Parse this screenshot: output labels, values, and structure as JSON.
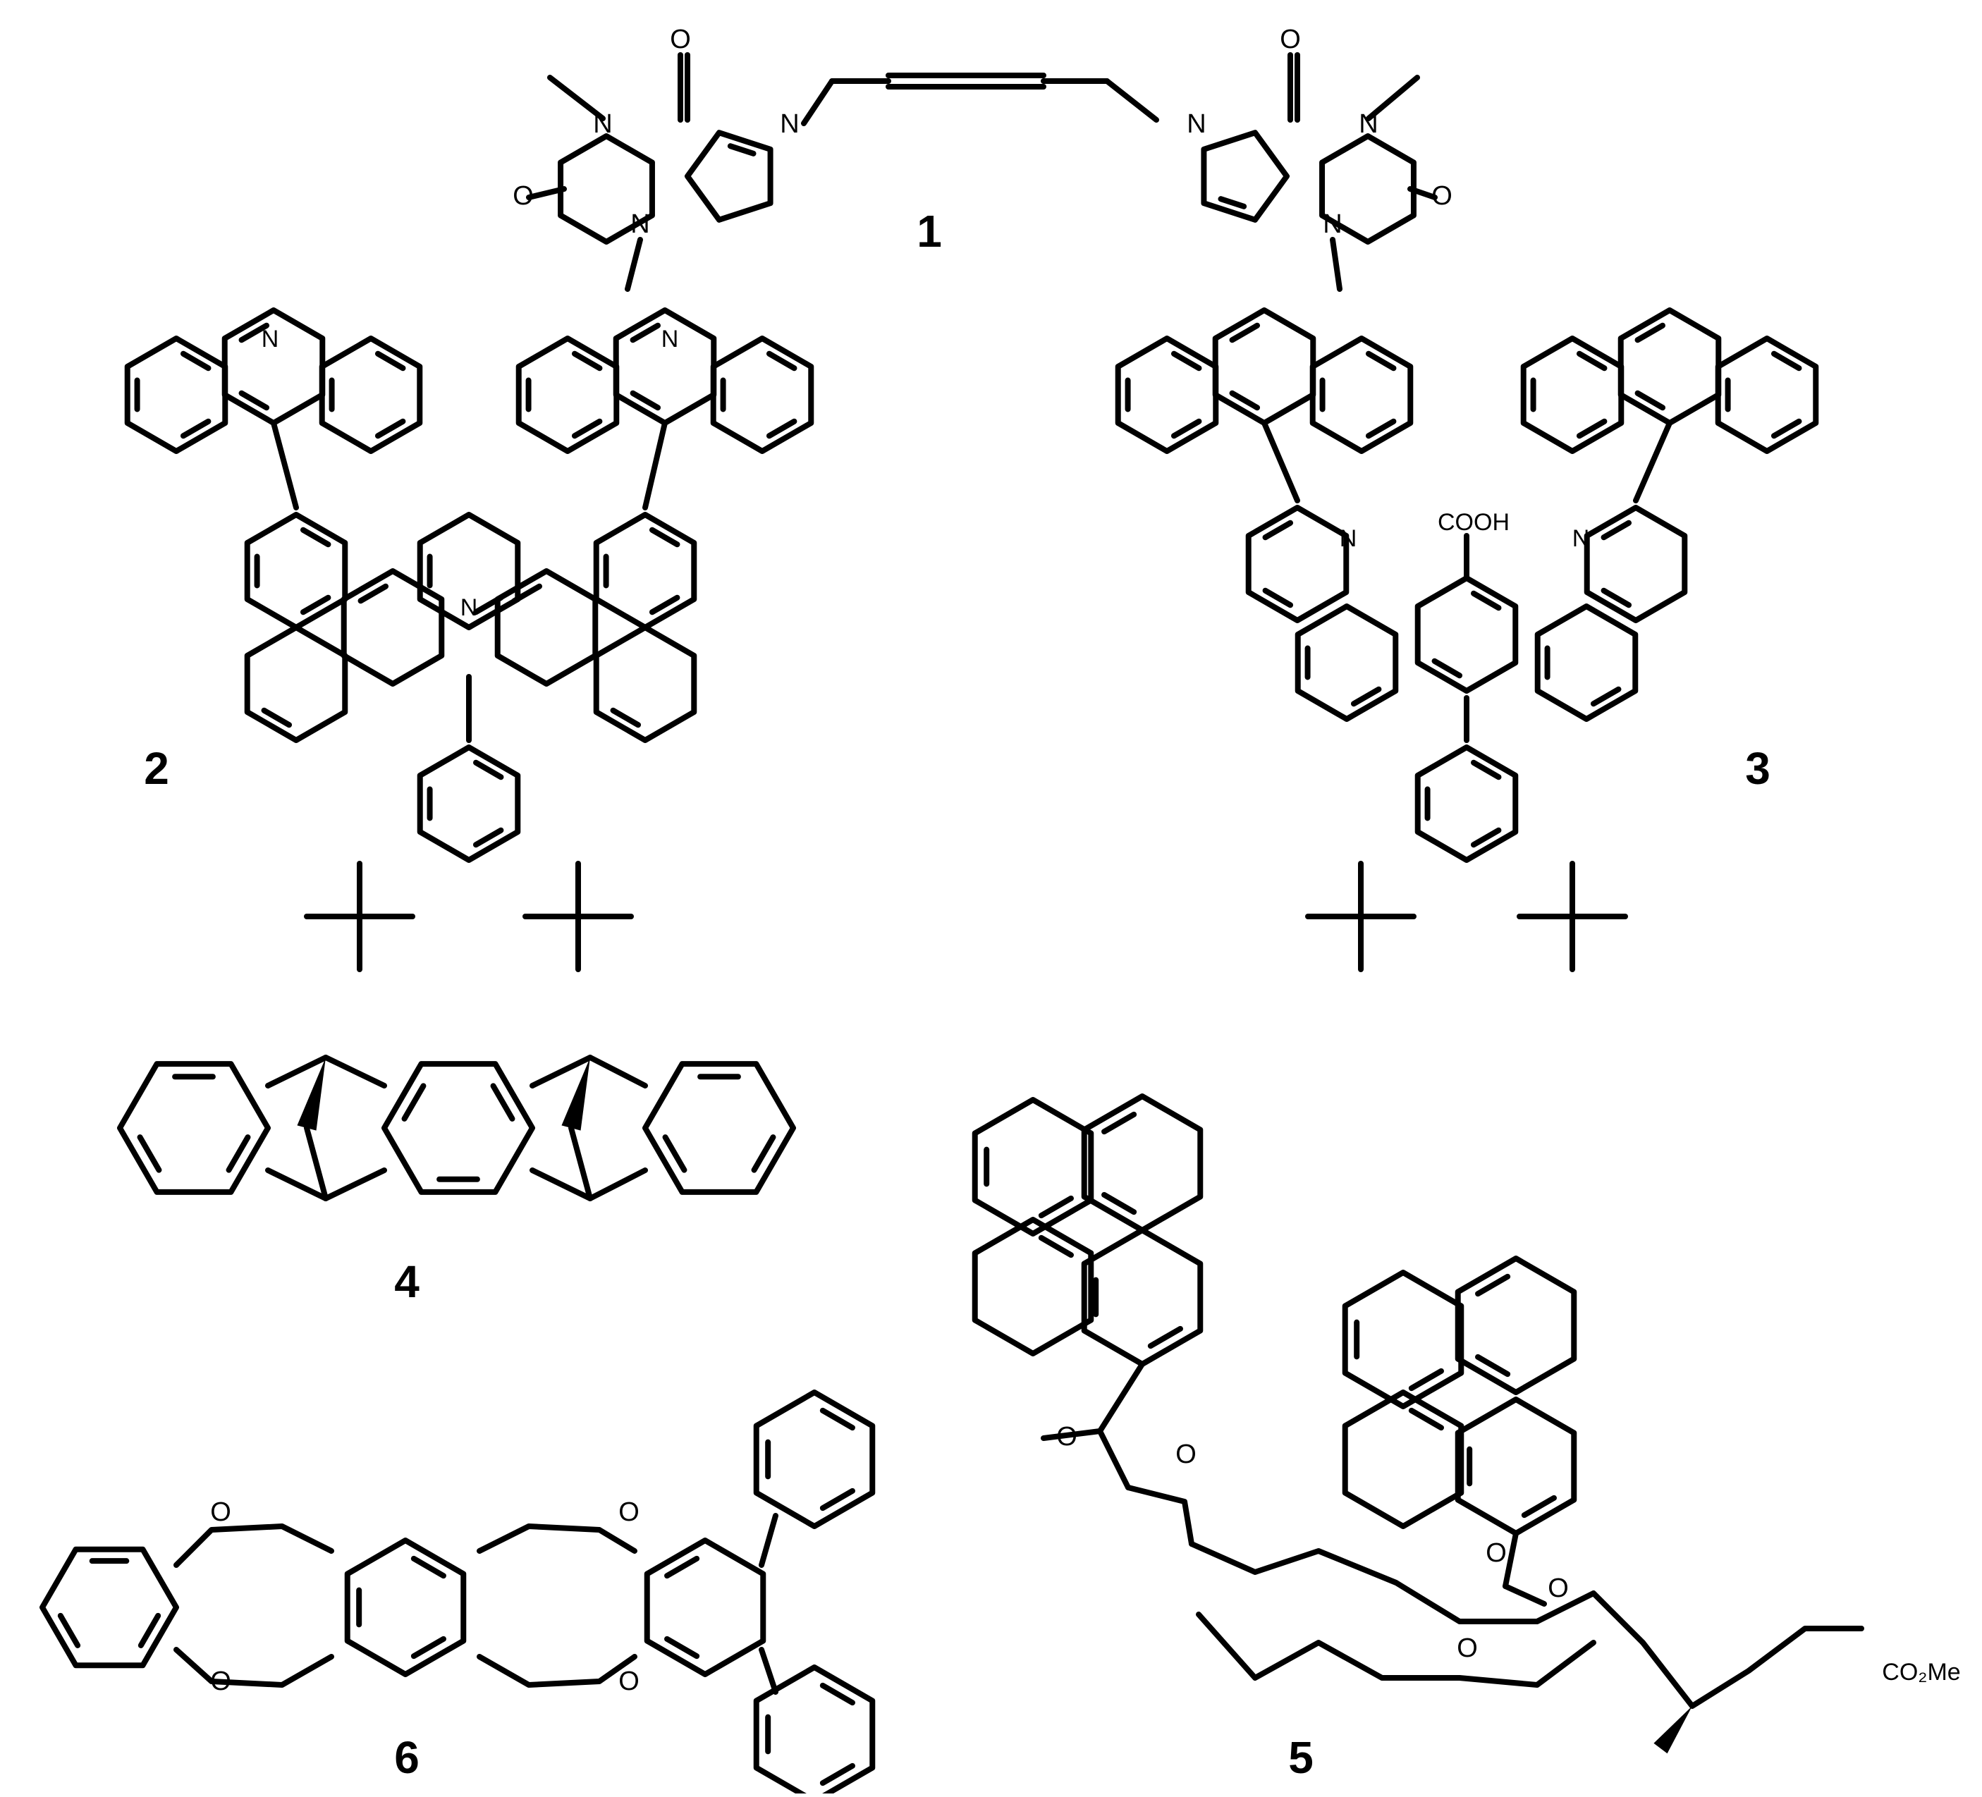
{
  "compounds": [
    {
      "label": "1"
    },
    {
      "label": "2"
    },
    {
      "label": "3"
    },
    {
      "label": "4"
    },
    {
      "label": "5"
    },
    {
      "label": "6"
    }
  ],
  "atoms": {
    "N": "N",
    "O": "O",
    "COOH": "COOH",
    "CO2Me": "CO₂Me"
  },
  "colors": {
    "ink": "#000000",
    "background": "#ffffff"
  }
}
